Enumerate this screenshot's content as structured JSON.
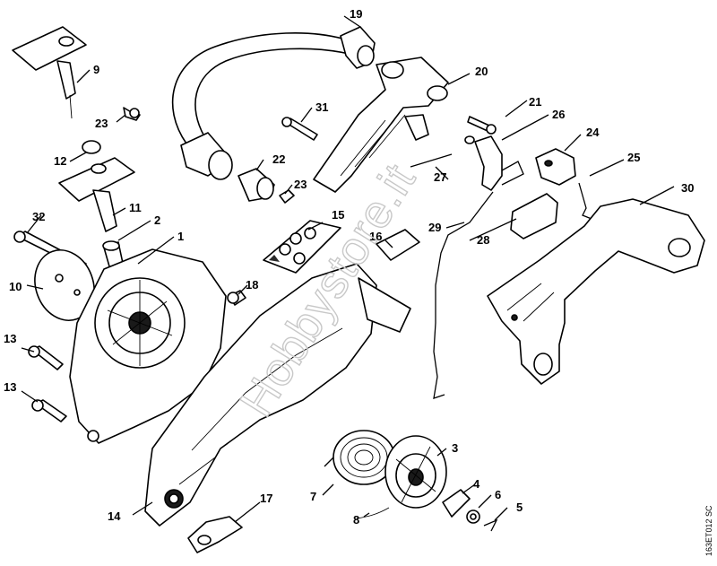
{
  "diagram": {
    "callouts": {
      "p1": "1",
      "p2": "2",
      "p3": "3",
      "p4": "4",
      "p5": "5",
      "p6": "6",
      "p7": "7",
      "p8": "8",
      "p9": "9",
      "p10": "10",
      "p11": "11",
      "p12": "12",
      "p13a": "13",
      "p13b": "13",
      "p14": "14",
      "p15": "15",
      "p16": "16",
      "p17": "17",
      "p18": "18",
      "p19": "19",
      "p20": "20",
      "p21": "21",
      "p22": "22",
      "p23a": "23",
      "p23b": "23",
      "p24": "24",
      "p25": "25",
      "p26": "26",
      "p27": "27",
      "p28": "28",
      "p29": "29",
      "p30": "30",
      "p31": "31",
      "p32": "32"
    },
    "drawing_code": "163ET012 SC",
    "watermark": "Hobbystore.it"
  }
}
